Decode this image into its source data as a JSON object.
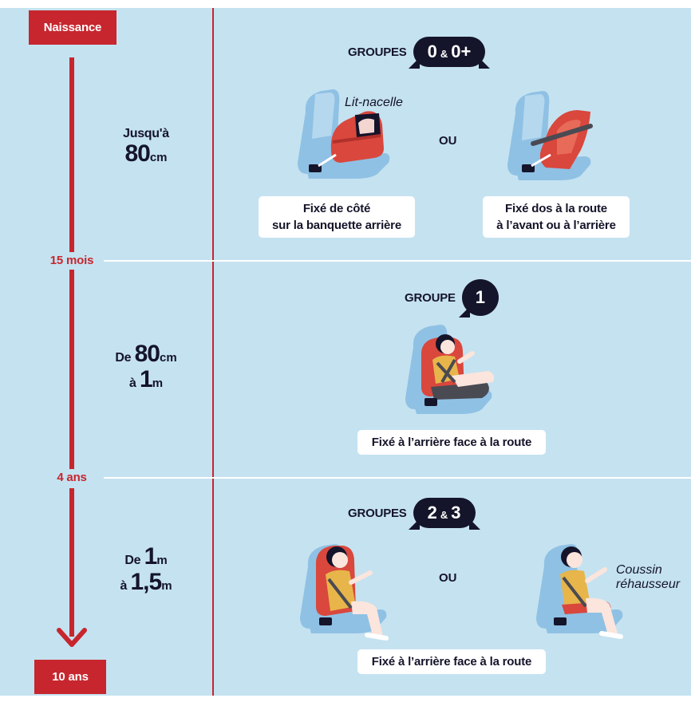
{
  "timeline": {
    "start": "Naissance",
    "mark1": "15 mois",
    "mark2": "4 ans",
    "end": "10 ans"
  },
  "rows": [
    {
      "size": {
        "line1": "Jusqu'à",
        "big": "80",
        "unit": "cm"
      },
      "group_label": "GROUPES",
      "group_a": "0",
      "amp": "&",
      "group_b": "0+",
      "left_note": "Lit-nacelle",
      "or": "OU",
      "left_caption_1": "Fixé de côté",
      "left_caption_2": "sur la banquette arrière",
      "right_caption_1": "Fixé dos à la route",
      "right_caption_2": "à l’avant ou à l’arrière"
    },
    {
      "size": {
        "prefix": "De",
        "big1": "80",
        "unit1": "cm",
        "prefix2": "à",
        "big2": "1",
        "unit2": "m"
      },
      "group_label": "GROUPE",
      "group_a": "1",
      "caption": "Fixé à l’arrière face à la route"
    },
    {
      "size": {
        "prefix": "De",
        "big1": "1",
        "unit1": "m",
        "prefix2": "à",
        "big2": "1,5",
        "unit2": "m"
      },
      "group_label": "GROUPES",
      "group_a": "2",
      "amp": "&",
      "group_b": "3",
      "or": "OU",
      "right_note_1": "Coussin",
      "right_note_2": "réhausseur",
      "caption": "Fixé à l’arrière face à la route"
    }
  ],
  "colors": {
    "background": "#c5e2f0",
    "timeline_red": "#c7262e",
    "ink": "#14142a",
    "seat_blue": "#8fc1e4",
    "seat_red": "#d9473d",
    "skin": "#fbe5dd",
    "shirt_yellow": "#e7b54a"
  }
}
